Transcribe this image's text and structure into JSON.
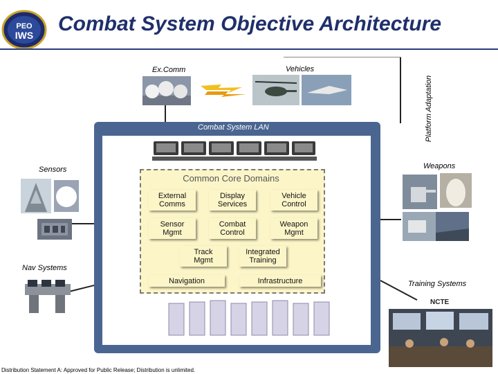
{
  "title": "Combat System Objective Architecture",
  "logo_text": "PEO IWS",
  "labels": {
    "excomm": "Ex.Comm",
    "vehicles": "Vehicles",
    "platform_adaptation": "Platform Adaptation",
    "combat_system_lan": "Combat System LAN",
    "sensors": "Sensors",
    "weapons": "Weapons",
    "nav_systems": "Nav Systems",
    "training_systems": "Training Systems",
    "ncte": "NCTE"
  },
  "core": {
    "title": "Common Core Domains",
    "boxes": [
      {
        "text": "External\nComms",
        "style": "grey"
      },
      {
        "text": "Display\nServices",
        "style": "orange"
      },
      {
        "text": "Vehicle\nControl",
        "style": "yellow"
      },
      {
        "text": "Sensor\nMgmt",
        "style": "grey"
      },
      {
        "text": "Combat\nControl",
        "style": "orange"
      },
      {
        "text": "Weapon\nMgmt",
        "style": "yellow"
      },
      {
        "text": "Track\nMgmt",
        "style": "grey"
      },
      {
        "text": "Integrated\nTraining",
        "style": "yellow"
      },
      {
        "text": "Navigation",
        "style": "grey"
      },
      {
        "text": "Infrastructure",
        "style": "grey"
      }
    ]
  },
  "footer": "Distribution Statement A: Approved for Public Release; Distribution is unlimited."
}
